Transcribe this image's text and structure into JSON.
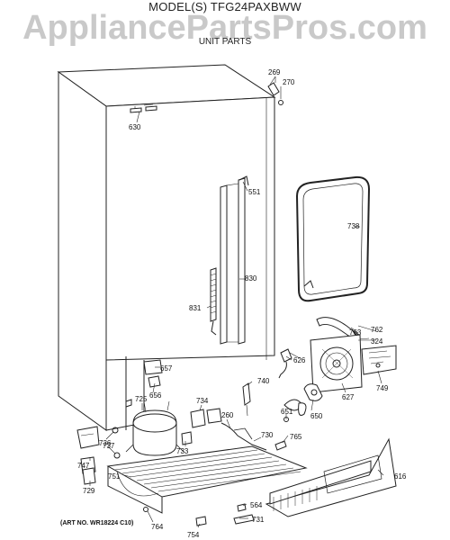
{
  "header": {
    "model_line": "MODEL(S) TFG24PAXBWW",
    "watermark": "AppliancePartsPros.com",
    "section_title": "UNIT PARTS"
  },
  "footer": {
    "art_no": "(ART NO. WR18224 C10)"
  },
  "part_callouts": [
    "269",
    "270",
    "630",
    "551",
    "738",
    "830",
    "831",
    "763",
    "762",
    "324",
    "626",
    "657",
    "656",
    "740",
    "627",
    "749",
    "725",
    "734",
    "650",
    "260",
    "651",
    "736",
    "737",
    "733",
    "730",
    "765",
    "747",
    "729",
    "616",
    "751",
    "564",
    "764",
    "731",
    "754"
  ],
  "colors": {
    "line": "#222222",
    "watermark": "#c9c9c9",
    "background": "#ffffff"
  }
}
